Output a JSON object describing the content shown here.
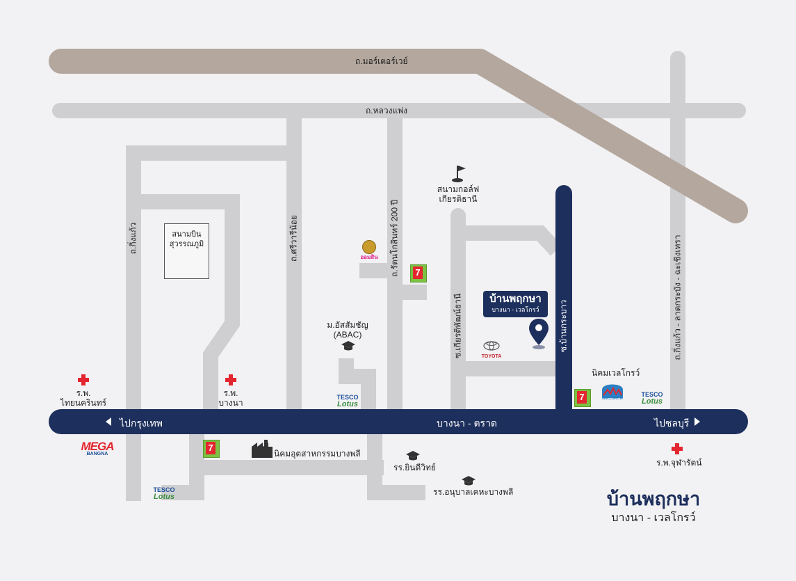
{
  "roads": {
    "motorway": "ถ.มอร์เตอร์เวย์",
    "luang_phaeng": "ถ.หลวงแพ่ง",
    "king_kaeo": "ถ.กิ่งแก้ว",
    "si_wa_noi": "ถ.ศรีวารีน้อย",
    "rattanakosin": "ถ.รัตนโกสินทร์ 200 ปี",
    "kiattiphat": "ซ.เกียรติพัฒน์ธานี",
    "ban_krabao": "ซ.บ้านกระบาว",
    "nong_chok": "ถ.กิ่งแก้ว - ลาดกระบัง - ฉะเชิงเทรา",
    "bangna_trat": "บางนา - ตราด",
    "to_bangkok": "ไปกรุงเทพ",
    "to_chonburi": "ไปชลบุรี"
  },
  "places": {
    "airport": "สนามบิน\nสุวรรณภูมิ",
    "golf": "สนามกอล์ฟ\nเกียรติธานี",
    "abac": "ม.อัสสัมชัญ\n(ABAC)",
    "hosp_thainakarin": "ร.พ.\nไทยนครินทร์",
    "hosp_bangna": "ร.พ.\nบางนา",
    "hosp_chularat": "ร.พ.จุฬารัตน์",
    "welgrow": "นิคมเวลโกรว์",
    "bangplee_industrial": "นิคมอุตสาหกรรมบางพลี",
    "school_yindee": "รร.ยินดีวิทย์",
    "school_anuban": "รร.อนุบาลเคหะบางพลี",
    "gsb": "ออมสิน",
    "toyota": "TOYOTA",
    "mega": "MEGA",
    "mega_sub": "BANGNA",
    "tesco": "TESCO",
    "lotus": "Lotus",
    "wellgrow_logo": "WELLGROW",
    "seven": "7"
  },
  "project": {
    "name": "บ้านพฤกษา",
    "sub": "บางนา - เวลโกรว์"
  },
  "title": {
    "name": "บ้านพฤกษา",
    "sub": "บางนา - เวลโกรว์"
  },
  "colors": {
    "background": "#f2f1f3",
    "minor_road": "#cfcfd1",
    "motorway": "#b3a79e",
    "main_road": "#1d2f5c",
    "accent_red": "#e3262f",
    "seven_green": "#7cc242"
  },
  "icons": [
    "airplane-icon",
    "golf-flag-icon",
    "graduation-cap-icon",
    "hospital-cross-icon",
    "factory-icon",
    "location-pin-icon",
    "seven-eleven-icon",
    "tesco-lotus-icon",
    "arrow-left-icon",
    "arrow-right-icon"
  ]
}
